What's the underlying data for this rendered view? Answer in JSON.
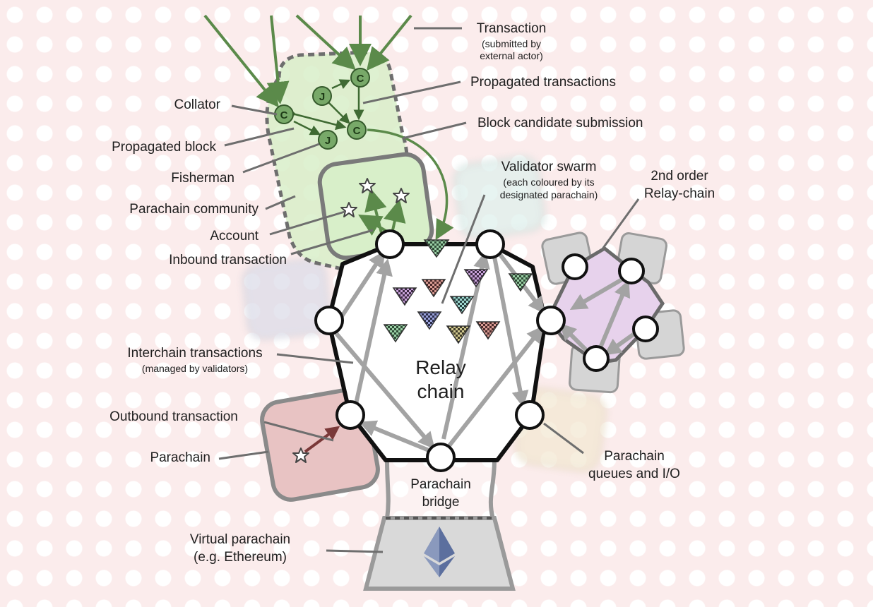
{
  "labels": {
    "transaction": "Transaction",
    "transaction_sub1": "(submitted by",
    "transaction_sub2": "external actor)",
    "propagated_transactions": "Propagated transactions",
    "block_candidate": "Block candidate submission",
    "collator": "Collator",
    "propagated_block": "Propagated block",
    "fisherman": "Fisherman",
    "parachain_community": "Parachain community",
    "account": "Account",
    "inbound_transaction": "Inbound transaction",
    "validator_swarm": "Validator swarm",
    "validator_swarm_sub1": "(each coloured by its",
    "validator_swarm_sub2": "designated parachain)",
    "second_order_1": "2nd order",
    "second_order_2": "Relay-chain",
    "interchain_transactions": "Interchain transactions",
    "interchain_sub": "(managed by validators)",
    "relay_chain_1": "Relay",
    "relay_chain_2": "chain",
    "outbound_transaction": "Outbound transaction",
    "parachain": "Parachain",
    "parachain_queues_1": "Parachain",
    "parachain_queues_2": "queues and I/O",
    "parachain_bridge_1": "Parachain",
    "parachain_bridge_2": "bridge",
    "virtual_parachain_1": "Virtual parachain",
    "virtual_parachain_2": "(e.g. Ethereum)"
  },
  "node_glyphs": {
    "collator": "C",
    "fisherman": "J"
  },
  "icons": {
    "account": "star-icon",
    "validator": "checkered-triangle-icon",
    "virtual_parachain": "ethereum-logo-icon"
  },
  "colors": {
    "parachain_community": "#d8efc9",
    "community_border": "#7a7a7a",
    "green_arrows": "#5b8a4a",
    "relay_chain_fill": "#ffffff",
    "second_order_chain": "#e7d2ec",
    "parachain_red": "#e8c3c3",
    "virtual_parachain_fill": "#d9d9d9",
    "ethereum": "#6b7ea9",
    "interchain_arrows": "#a3a3a3"
  }
}
